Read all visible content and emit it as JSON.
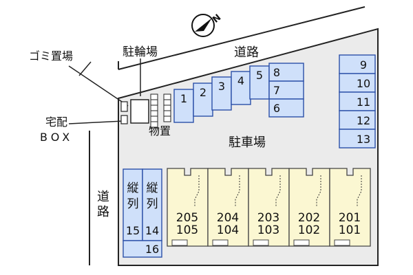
{
  "labels": {
    "road_top": "道路",
    "road_left": "道路",
    "bicycle_parking": "駐輪場",
    "garbage_area": "ゴミ置場",
    "storage": "物置",
    "parking": "駐車場",
    "delivery_box_line1": "宅配",
    "delivery_box_line2": "BOX",
    "tandem": "縦列"
  },
  "compass": {
    "icon": "north-arrow-icon",
    "letter": "N"
  },
  "parking_angled": [
    "1",
    "2",
    "3",
    "4",
    "5"
  ],
  "parking_column_mid": [
    "8",
    "7",
    "6"
  ],
  "parking_column_right": [
    "9",
    "10",
    "11",
    "12",
    "13"
  ],
  "parking_tandem": [
    "15",
    "14",
    "16"
  ],
  "units": [
    {
      "upper": "205",
      "lower": "105"
    },
    {
      "upper": "204",
      "lower": "104"
    },
    {
      "upper": "203",
      "lower": "103"
    },
    {
      "upper": "202",
      "lower": "102"
    },
    {
      "upper": "201",
      "lower": "101"
    }
  ],
  "colors": {
    "parking_fill": "#cfe0fa",
    "parking_stroke": "#2a4fa8",
    "building_fill": "#fbf7d2",
    "lot_fill": "#ebebeb"
  }
}
